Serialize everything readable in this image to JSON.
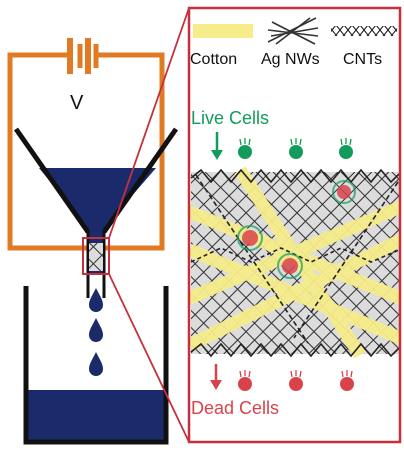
{
  "colors": {
    "circuit_wire": "#e07b24",
    "liquid": "#1b2a6b",
    "panel_border": "#c5303d",
    "cotton": "#f6ec8a",
    "live_cell": "#129b5a",
    "dead_cell": "#d8434a",
    "mesh_dark": "#333333"
  },
  "circuit": {
    "voltage_label": "V"
  },
  "legend": {
    "cotton": "Cotton",
    "ag_nws": "Ag NWs",
    "cnts": "CNTs"
  },
  "cells": {
    "live_label": "Live Cells",
    "dead_label": "Dead Cells"
  }
}
